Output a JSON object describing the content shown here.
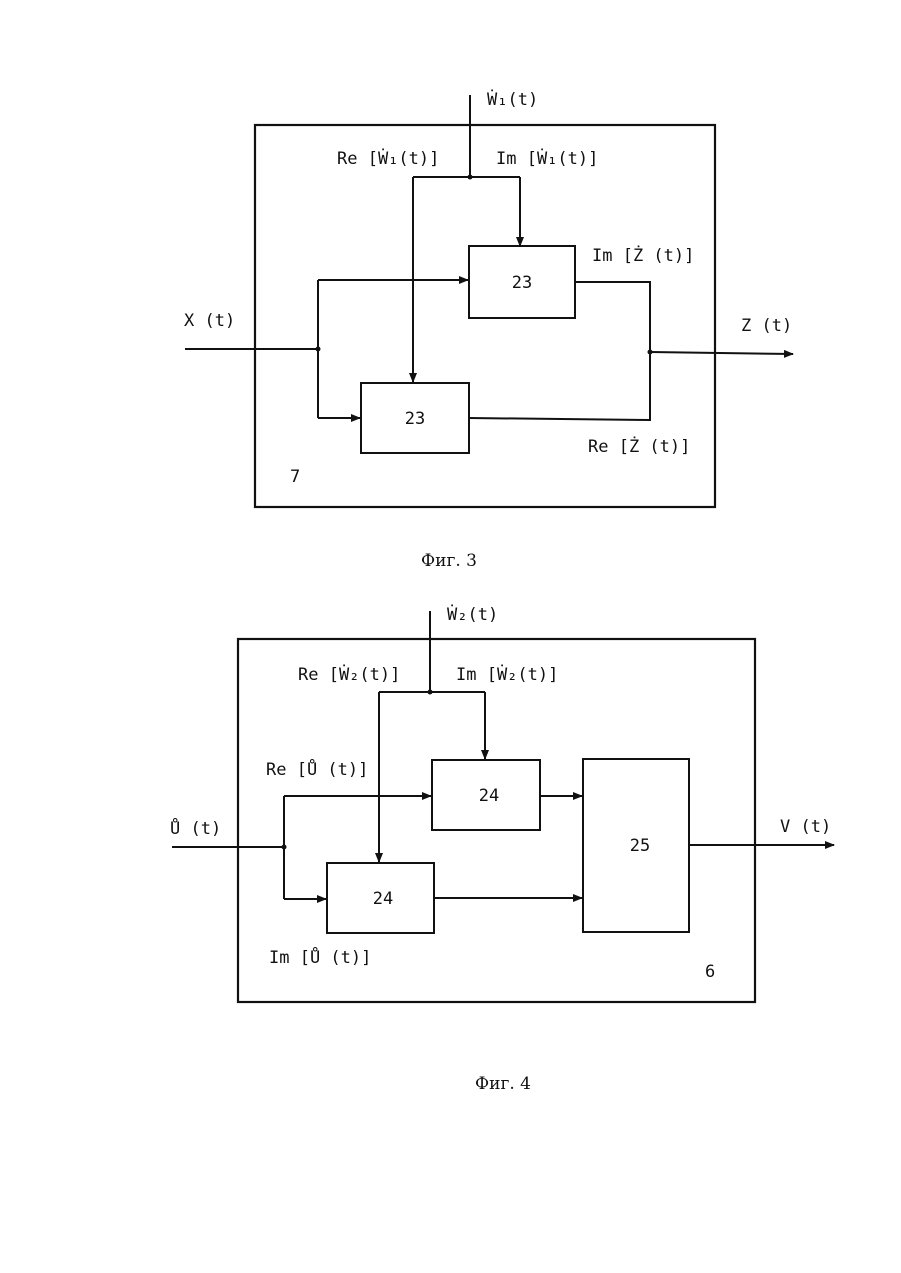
{
  "figure3": {
    "caption": "Фиг. 3",
    "frame_number": "7",
    "input_label": "X (t)",
    "output_label": "Z (t)",
    "top_input_label": "Ẇ₁(t)",
    "re_w_label": "Re [Ẇ₁(t)]",
    "im_w_label": "Im [Ẇ₁(t)]",
    "im_z_label": "Im [Ż (t)]",
    "re_z_label": "Re [Ż (t)]",
    "block_upper": "23",
    "block_lower": "23"
  },
  "figure4": {
    "caption": "Фиг. 4",
    "frame_number": "6",
    "input_label": "Ů (t)",
    "output_label": "V (t)",
    "top_input_label": "Ẇ₂(t)",
    "re_w_label": "Re [Ẇ₂(t)]",
    "im_w_label": "Im [Ẇ₂(t)]",
    "re_u_label": "Re [Ů (t)]",
    "im_u_label": "Im [Ů (t)]",
    "block_upper": "24",
    "block_lower": "24",
    "block_combiner": "25"
  }
}
